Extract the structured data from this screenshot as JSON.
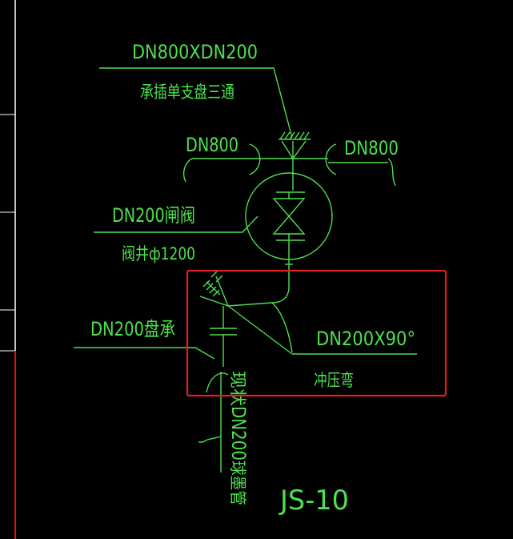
{
  "diagram": {
    "labels": {
      "tee_size": "DN800XDN200",
      "tee_desc": "承插单支盘三通",
      "main_pipe_left": "DN800",
      "main_pipe_right": "DN800",
      "gate_valve": "DN200闸阀",
      "valve_well": "阀井ф1200",
      "flange_socket": "DN200盘承",
      "elbow_size": "DN200X90°",
      "elbow_desc": "冲压弯",
      "vertical_pipe_1": "现状",
      "vertical_pipe_2": "DN200",
      "vertical_pipe_3": "球墨管",
      "drawing_id": "JS-10"
    },
    "colors": {
      "background": "#000000",
      "lines": "#4ee04e",
      "highlight_box": "#e02020",
      "left_border": "#ffffff",
      "left_accent": "#d01818"
    }
  }
}
